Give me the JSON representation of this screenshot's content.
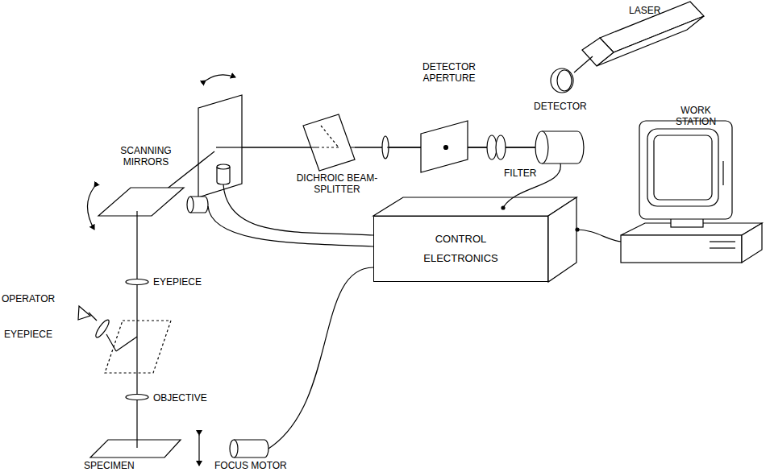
{
  "diagram": {
    "nodes": [
      {
        "text": [
          "CONTROL ELECTRONICS"
        ]
      }
    ],
    "labels": [
      "LASER",
      "DETECTOR APERTURE",
      "DETECTOR",
      "SCANNING MIRRORS",
      "WORK STATION",
      "FILTER",
      "DICHROIC BEAM-SPLITTER",
      "OPERATOR",
      "EYEPIECE",
      "EYEPIECE",
      "OBJECTIVE",
      "SPECIMEN",
      "FOCUS MOTOR"
    ]
  }
}
